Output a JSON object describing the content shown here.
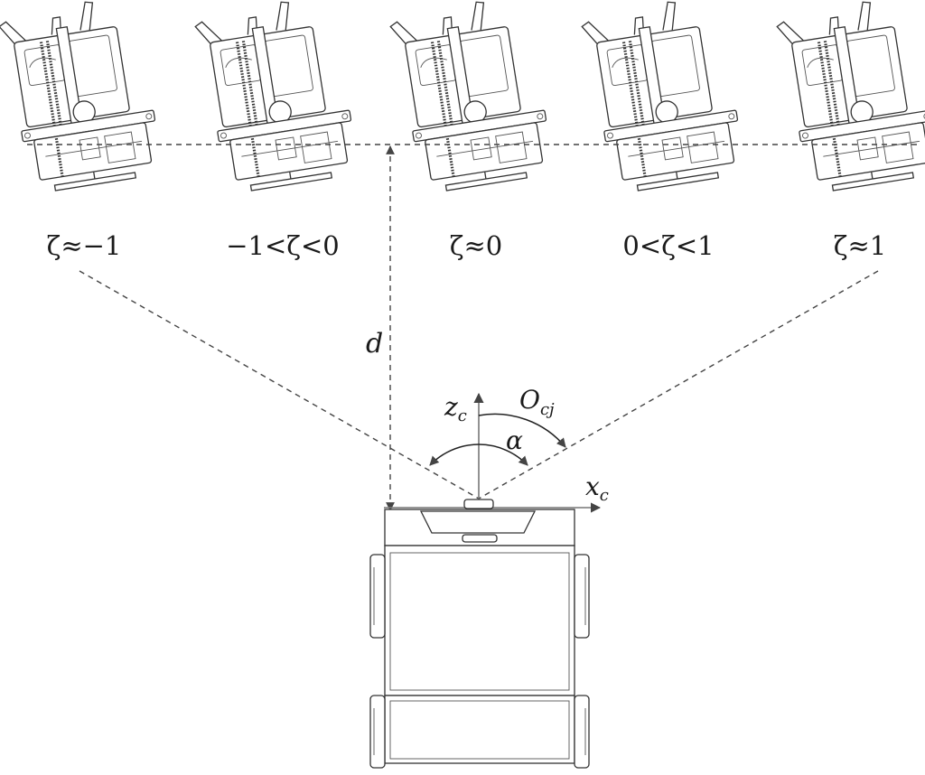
{
  "modules": [
    {
      "id": "m1",
      "label": "ζ≈−1"
    },
    {
      "id": "m2",
      "label": "−1<ζ<0"
    },
    {
      "id": "m3",
      "label": "ζ≈0"
    },
    {
      "id": "m4",
      "label": "0<ζ<1"
    },
    {
      "id": "m5",
      "label": "ζ≈1"
    }
  ],
  "labels": {
    "distance": "d",
    "z_axis_main": "z",
    "z_axis_sub": "c",
    "x_axis_main": "x",
    "x_axis_sub": "c",
    "origin_main": "O",
    "origin_sub": "cj",
    "angle": "α"
  }
}
